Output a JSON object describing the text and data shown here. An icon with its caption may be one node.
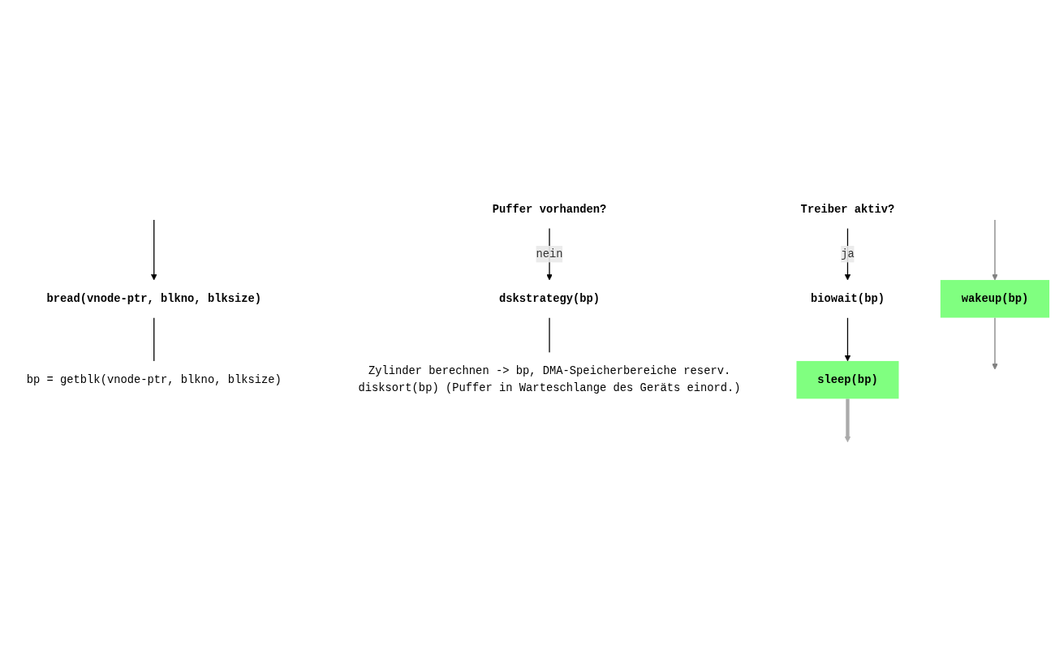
{
  "diagram": {
    "nodes": [
      {
        "text": [
          "bread(vnode-ptr, blkno, blksize)"
        ]
      },
      {
        "text": [
          "bp = getblk(vnode-ptr, blkno, blksize)"
        ]
      },
      {
        "text": [
          "Puffer vorhanden?"
        ]
      },
      {
        "text": [
          "dskstrategy(bp)"
        ]
      },
      {
        "text": [
          "Zylinder berechnen -> bp, DMA-Speicherbereiche reserv.",
          "disksort(bp) (Puffer in Warteschlange des Geräts einord.)"
        ]
      },
      {
        "text": [
          "Treiber aktiv?"
        ]
      },
      {
        "text": [
          "biowait(bp)"
        ]
      },
      {
        "text": [
          "sleep(bp)"
        ]
      },
      {
        "text": [
          "wakeup(bp)"
        ]
      }
    ],
    "edges": [
      {
        "from": null,
        "to": 0,
        "arrow": "to"
      },
      {
        "from": 0,
        "to": 1,
        "arrow": "none"
      },
      {
        "from": 2,
        "to": 3,
        "arrow": "to",
        "label": "nein"
      },
      {
        "from": 3,
        "to": 4,
        "arrow": "none"
      },
      {
        "from": 5,
        "to": 6,
        "arrow": "to",
        "label": "ja"
      },
      {
        "from": 6,
        "to": 7,
        "arrow": "to"
      },
      {
        "from": 7,
        "to": null,
        "arrow": "to",
        "style": "thick",
        "color": "#aaaaaa"
      },
      {
        "from": null,
        "to": 8,
        "arrow": "to",
        "color": "#808080"
      },
      {
        "from": 8,
        "to": null,
        "arrow": "to",
        "color": "#808080"
      }
    ]
  }
}
